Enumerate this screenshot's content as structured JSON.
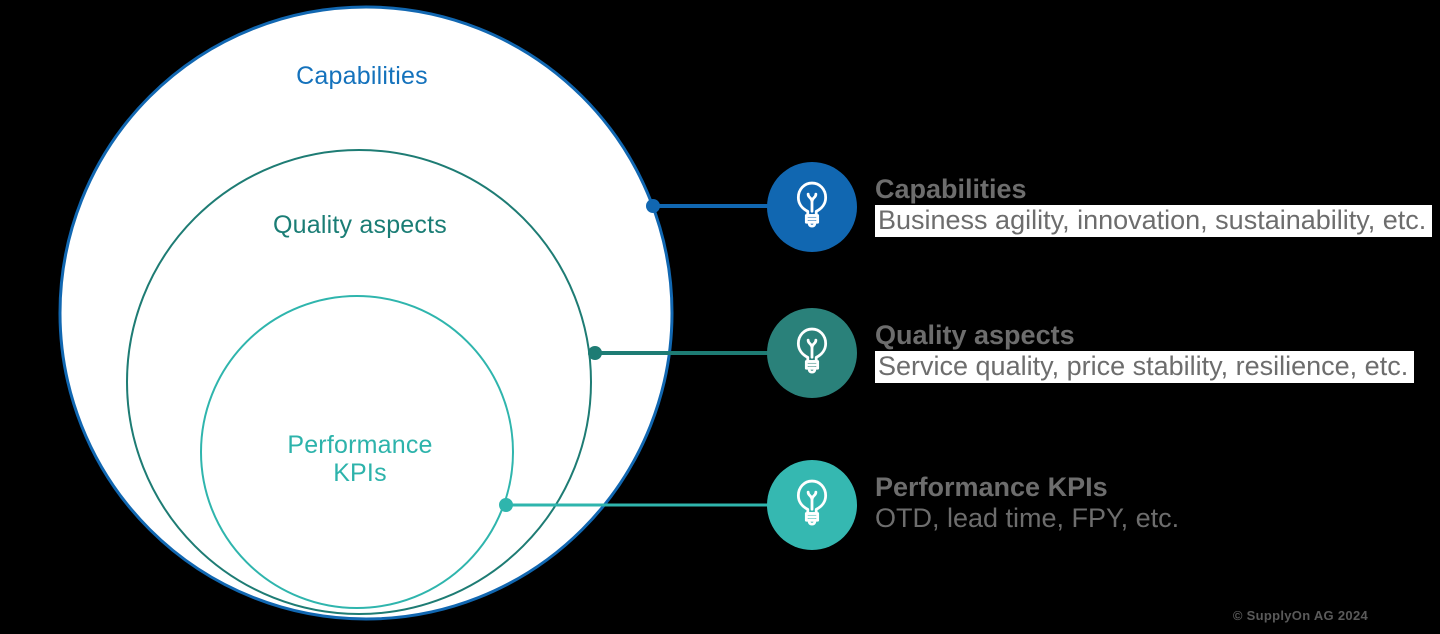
{
  "colors": {
    "background": "#000000",
    "outer_circle_stroke": "#1167B1",
    "middle_circle_stroke": "#1E7C74",
    "inner_circle_stroke": "#2FB5AD",
    "outer_label_color": "#1472BC",
    "middle_label_color": "#1A7D75",
    "inner_label_color": "#2DB3AB",
    "callout_icon_blue": "#1167B1",
    "callout_icon_teal": "#2A817A",
    "callout_icon_turquoise": "#35B8B1",
    "callout_text_gray": "#6D6D6D",
    "description_highlight_bg": "#FFFFFF"
  },
  "venn": {
    "outer_label": "Capabilities",
    "middle_label": "Quality aspects",
    "inner_label": "Performance KPIs"
  },
  "callouts": [
    {
      "icon": "lightbulb-icon",
      "title": "Capabilities",
      "description": "Business agility, innovation, sustainability, etc.",
      "description_highlighted": "true"
    },
    {
      "icon": "lightbulb-icon",
      "title": "Quality aspects",
      "description": "Service quality, price stability, resilience, etc.",
      "description_highlighted": "true"
    },
    {
      "icon": "lightbulb-icon",
      "title": "Performance KPIs",
      "description": "OTD, lead time, FPY, etc.",
      "description_highlighted": "false"
    }
  ],
  "footer": {
    "copyright": "© SupplyOn AG 2024"
  }
}
